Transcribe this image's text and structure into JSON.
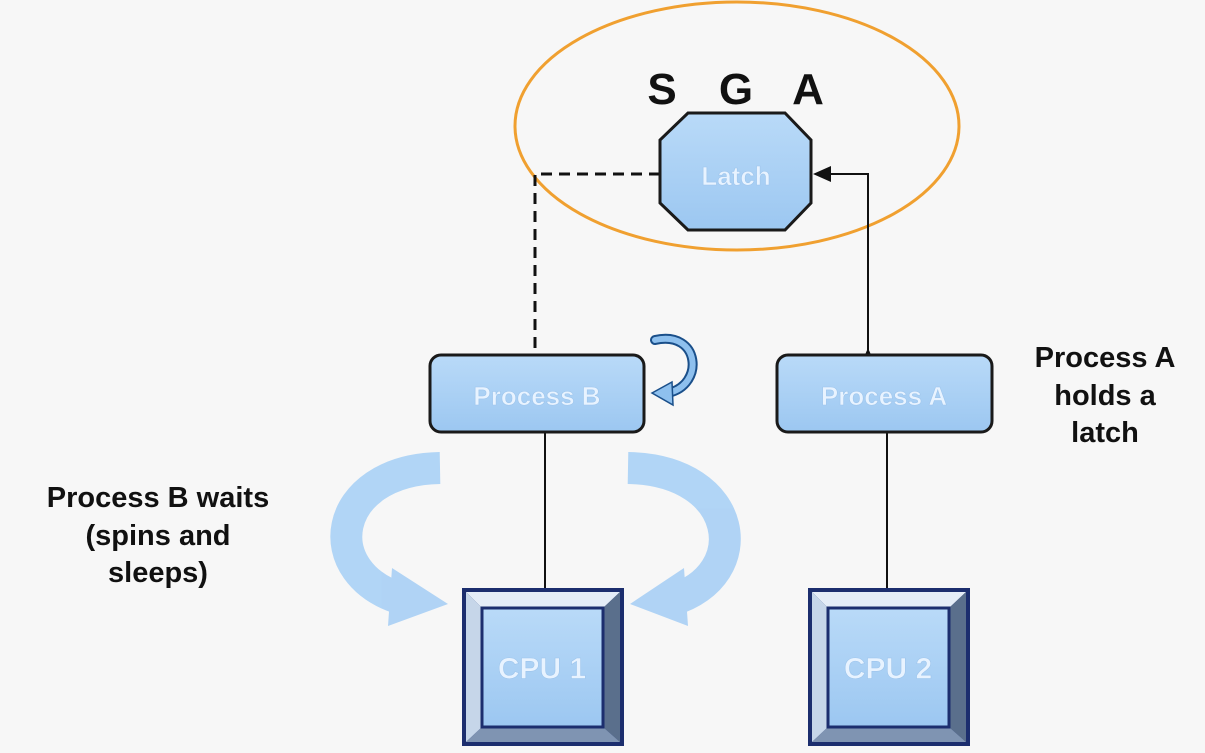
{
  "sga": {
    "letters": [
      "S",
      "G",
      "A"
    ]
  },
  "latch": {
    "label": "Latch"
  },
  "processes": {
    "b_label": "Process B",
    "a_label": "Process A"
  },
  "cpus": {
    "cpu1_label": "CPU 1",
    "cpu2_label": "CPU 2"
  },
  "captions": {
    "process_b": [
      "Process B waits",
      "(spins and",
      "sleeps)"
    ],
    "process_a": [
      "Process A",
      "holds a",
      "latch"
    ]
  },
  "colors": {
    "ellipse_outline": "#f0a030",
    "box_fill": "#a9cff5",
    "box_border": "#1a1a1a",
    "cpu_frame": "#1c2e6e",
    "arrow_blue": "#8ec0ee"
  }
}
